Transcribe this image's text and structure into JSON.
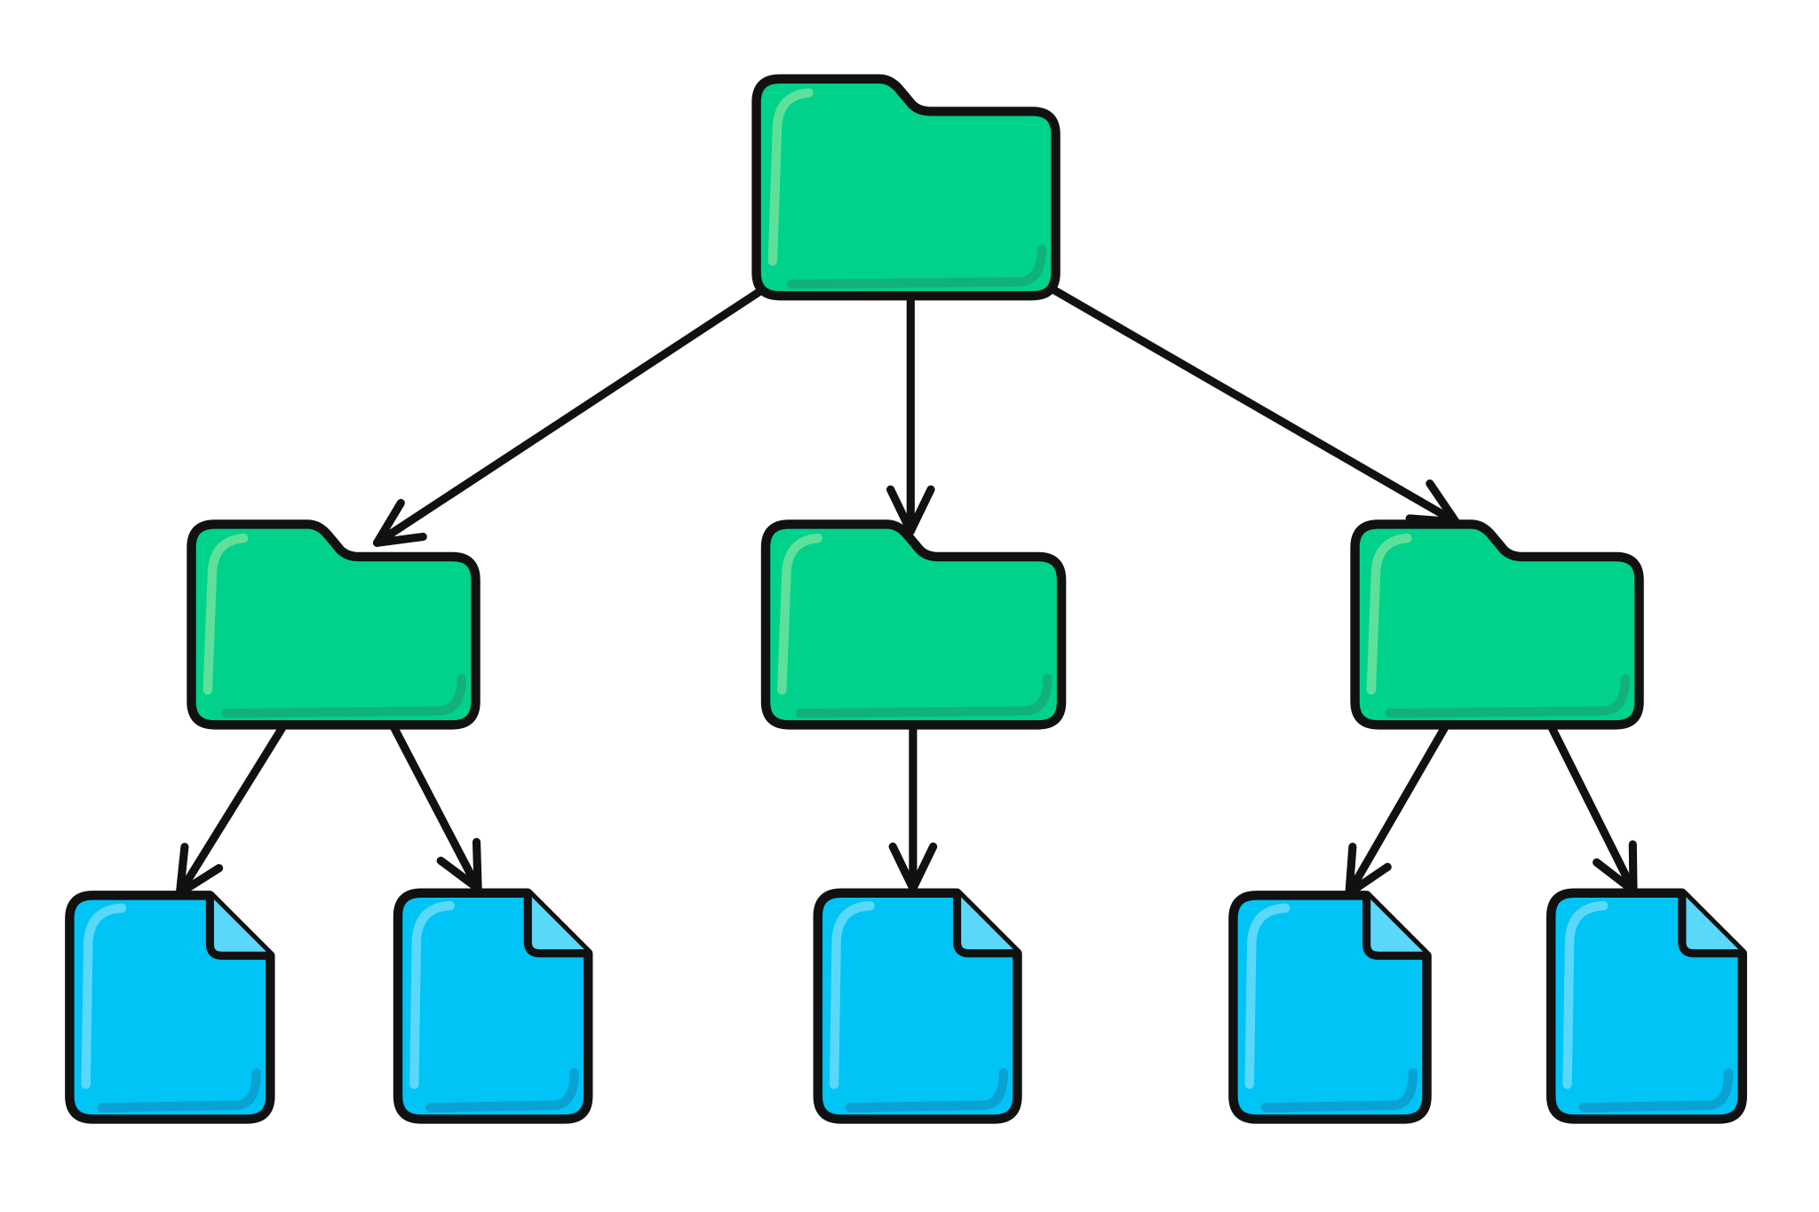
{
  "diagram": {
    "type": "tree",
    "colors": {
      "folder_fill": "#00D28C",
      "folder_highlight": "#5FE09A",
      "folder_shade": "#10B27A",
      "file_fill": "#00C4F5",
      "file_highlight": "#5AD8FA",
      "file_shade": "#0AA2D2",
      "outline": "#111111",
      "background": "#FFFFFF"
    },
    "nodes": [
      {
        "id": "root",
        "kind": "folder",
        "icon": "folder-icon"
      },
      {
        "id": "folder-left",
        "kind": "folder",
        "icon": "folder-icon",
        "parent": "root"
      },
      {
        "id": "folder-center",
        "kind": "folder",
        "icon": "folder-icon",
        "parent": "root"
      },
      {
        "id": "folder-right",
        "kind": "folder",
        "icon": "folder-icon",
        "parent": "root"
      },
      {
        "id": "file-1",
        "kind": "file",
        "icon": "file-icon",
        "parent": "folder-left"
      },
      {
        "id": "file-2",
        "kind": "file",
        "icon": "file-icon",
        "parent": "folder-left"
      },
      {
        "id": "file-3",
        "kind": "file",
        "icon": "file-icon",
        "parent": "folder-center"
      },
      {
        "id": "file-4",
        "kind": "file",
        "icon": "file-icon",
        "parent": "folder-right"
      },
      {
        "id": "file-5",
        "kind": "file",
        "icon": "file-icon",
        "parent": "folder-right"
      }
    ]
  }
}
